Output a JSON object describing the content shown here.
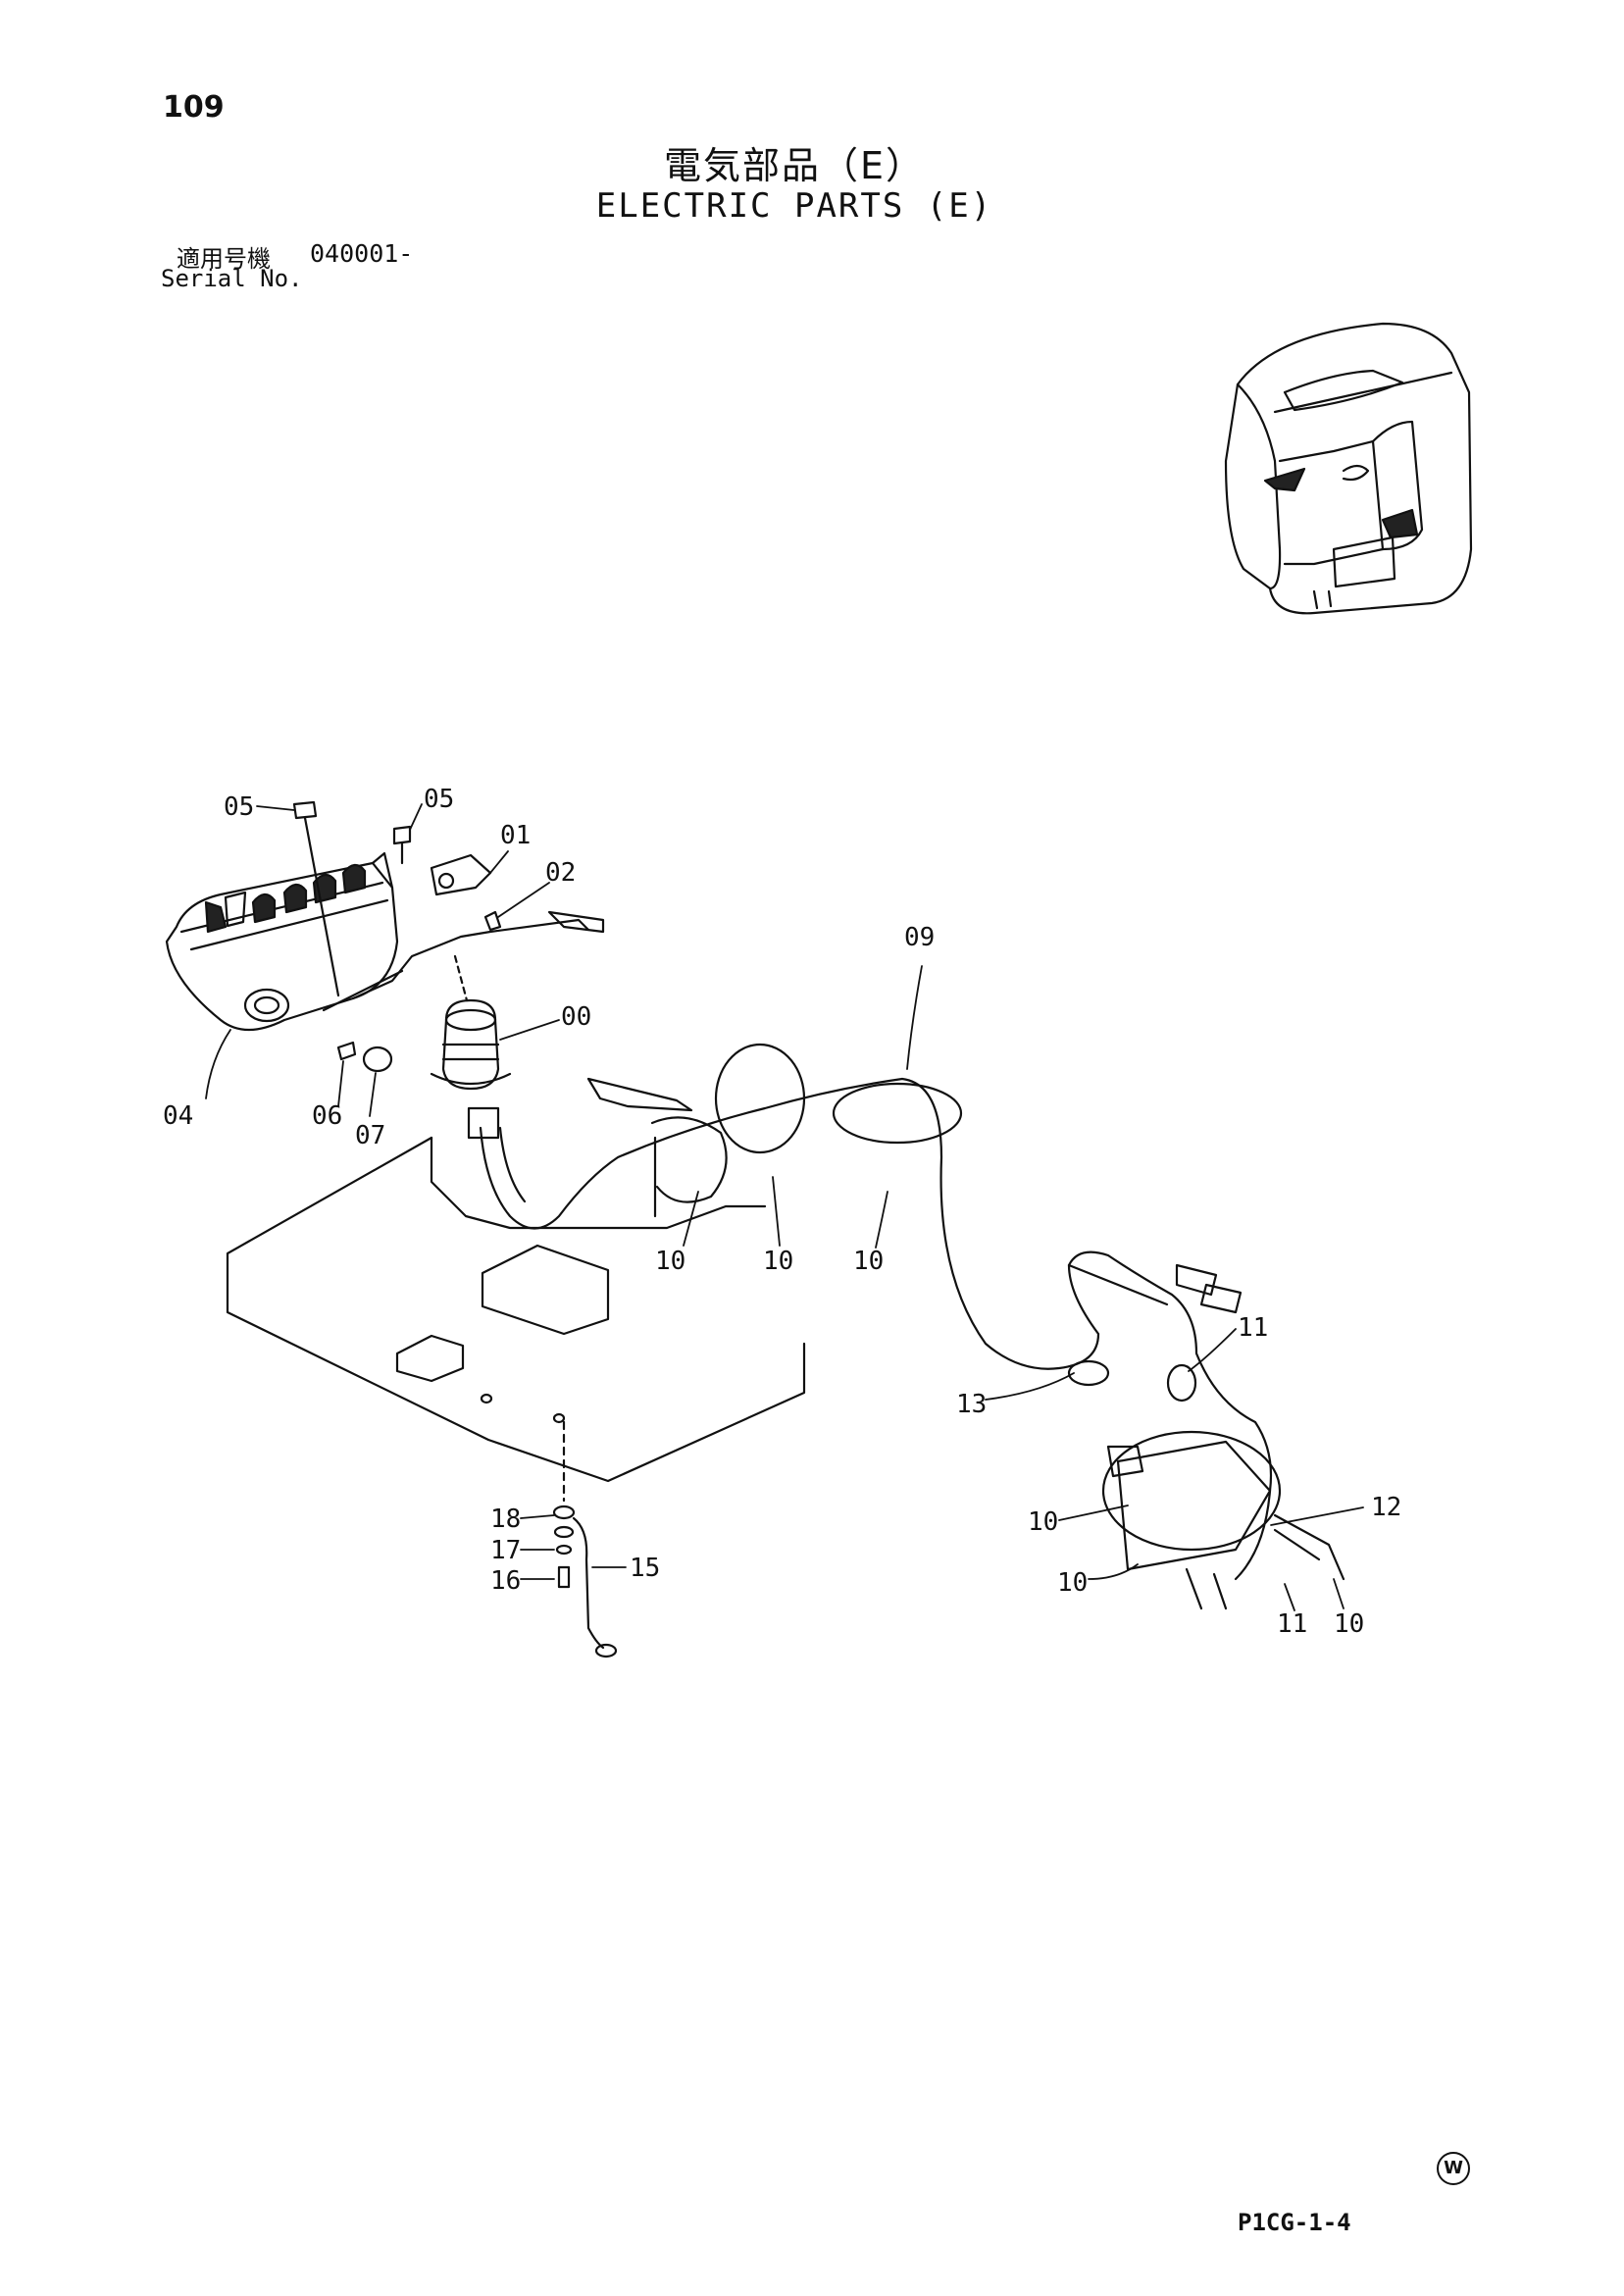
{
  "header": {
    "page_number": "109",
    "title_jp": "電気部品（E）",
    "title_en": "ELECTRIC PARTS (E)",
    "serial_label_jp": "適用号機",
    "serial_value": "040001-",
    "serial_label_en": "Serial No."
  },
  "callouts": [
    {
      "id": "c-05a",
      "text": "05"
    },
    {
      "id": "c-05b",
      "text": "05"
    },
    {
      "id": "c-01",
      "text": "01"
    },
    {
      "id": "c-02",
      "text": "02"
    },
    {
      "id": "c-09",
      "text": "09"
    },
    {
      "id": "c-00",
      "text": "00"
    },
    {
      "id": "c-04",
      "text": "04"
    },
    {
      "id": "c-06",
      "text": "06"
    },
    {
      "id": "c-07",
      "text": "07"
    },
    {
      "id": "c-10a",
      "text": "10"
    },
    {
      "id": "c-10b",
      "text": "10"
    },
    {
      "id": "c-10c",
      "text": "10"
    },
    {
      "id": "c-11a",
      "text": "11"
    },
    {
      "id": "c-13",
      "text": "13"
    },
    {
      "id": "c-12",
      "text": "12"
    },
    {
      "id": "c-10d",
      "text": "10"
    },
    {
      "id": "c-10e",
      "text": "10"
    },
    {
      "id": "c-11b",
      "text": "11"
    },
    {
      "id": "c-10f",
      "text": "10"
    },
    {
      "id": "c-18",
      "text": "18"
    },
    {
      "id": "c-17",
      "text": "17"
    },
    {
      "id": "c-16",
      "text": "16"
    },
    {
      "id": "c-15",
      "text": "15"
    }
  ],
  "footer": {
    "mark": "W",
    "code": "P1CG-1-4"
  }
}
